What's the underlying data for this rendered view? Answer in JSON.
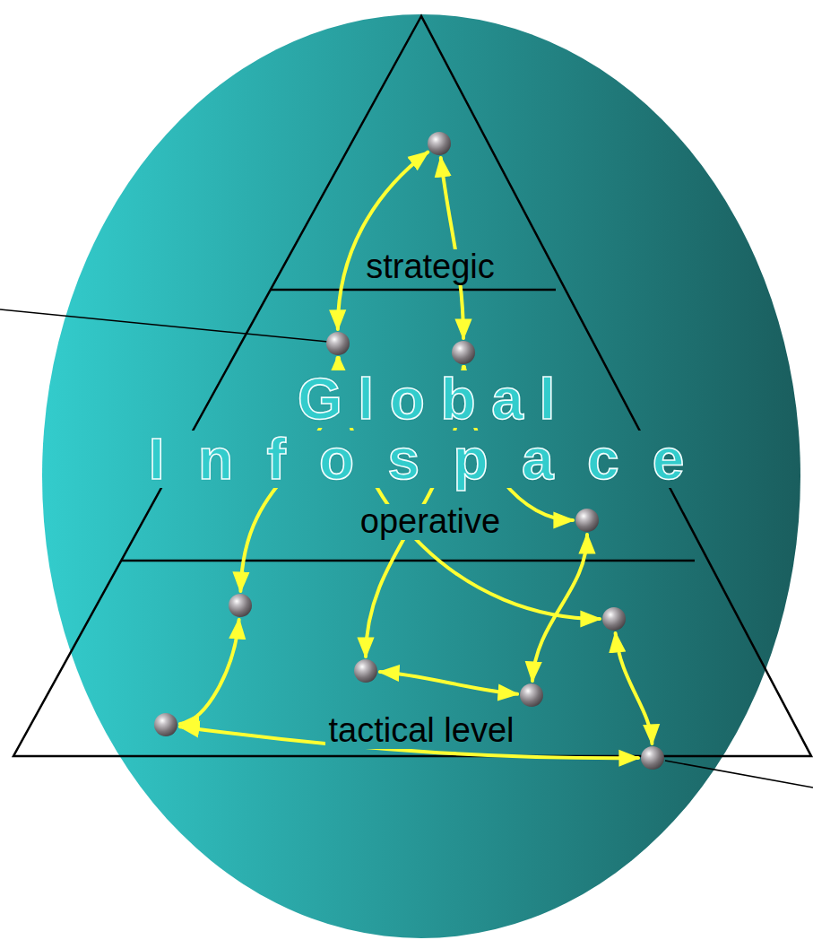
{
  "diagram": {
    "nodes": [
      {
        "text": [
          "strategic"
        ]
      },
      {
        "text": [],
        "in": 0
      },
      {
        "text": [
          "operative"
        ]
      },
      {
        "text": [],
        "in": 2
      },
      {
        "text": [],
        "in": 2
      },
      {
        "text": [],
        "in": 2
      },
      {
        "text": [
          "tactical level"
        ]
      },
      {
        "text": [],
        "in": 6
      },
      {
        "text": [],
        "in": 6
      },
      {
        "text": [],
        "in": 6
      },
      {
        "text": [],
        "in": 6
      },
      {
        "text": [],
        "in": 6
      },
      {
        "text": [],
        "in": 6
      }
    ],
    "edges": [
      {
        "from": 1,
        "to": 3,
        "arrow": "both"
      },
      {
        "from": 1,
        "to": 4,
        "arrow": "both"
      },
      {
        "from": 3,
        "to": 7,
        "arrow": "both"
      },
      {
        "from": 3,
        "to": 8,
        "arrow": "both"
      },
      {
        "from": 4,
        "to": 9,
        "arrow": "both"
      },
      {
        "from": 4,
        "to": 5,
        "arrow": "both"
      },
      {
        "from": 5,
        "to": 10,
        "arrow": "both"
      },
      {
        "from": 9,
        "to": 10,
        "arrow": "both"
      },
      {
        "from": 8,
        "to": 12,
        "arrow": "both"
      },
      {
        "from": 7,
        "to": 11,
        "arrow": "both"
      },
      {
        "from": 11,
        "to": 12,
        "arrow": "both"
      }
    ],
    "labels": [
      "Global",
      "Infospace"
    ]
  }
}
